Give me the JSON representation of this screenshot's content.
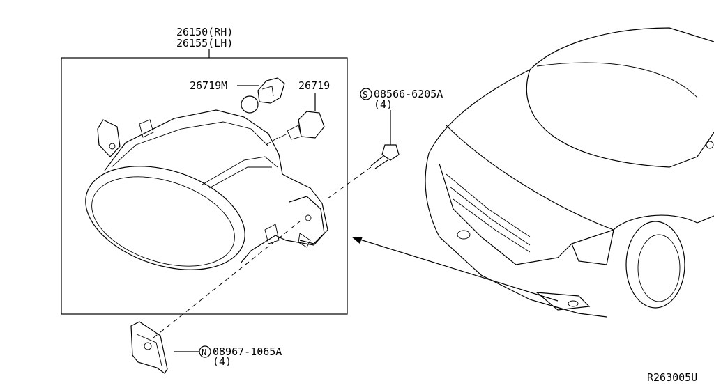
{
  "labels": {
    "assembly_rh": "26150(RH)",
    "assembly_lh": "26155(LH)",
    "bulb_m": "26719M",
    "bulb": "26719",
    "screw_prefix": "S",
    "screw_part": "08566-6205A",
    "screw_qty": "(4)",
    "clip_prefix": "N",
    "clip_part": "08967-1065A",
    "clip_qty": "(4)",
    "diagram_id": "R263005U"
  }
}
